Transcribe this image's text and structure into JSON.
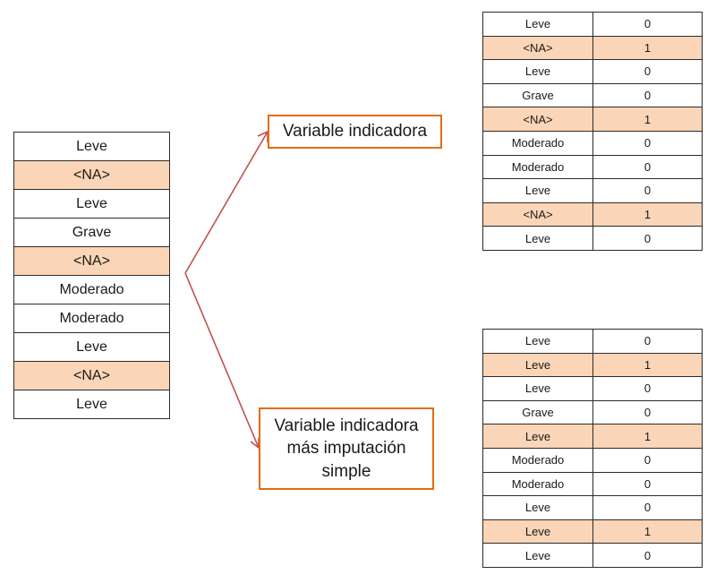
{
  "source_table": {
    "rows": [
      {
        "value": "Leve",
        "missing": false
      },
      {
        "value": "<NA>",
        "missing": true
      },
      {
        "value": "Leve",
        "missing": false
      },
      {
        "value": "Grave",
        "missing": false
      },
      {
        "value": "<NA>",
        "missing": true
      },
      {
        "value": "Moderado",
        "missing": false
      },
      {
        "value": "Moderado",
        "missing": false
      },
      {
        "value": "Leve",
        "missing": false
      },
      {
        "value": "<NA>",
        "missing": true
      },
      {
        "value": "Leve",
        "missing": false
      }
    ]
  },
  "labels": {
    "indicadora": "Variable indicadora",
    "imputacion": "Variable indicadora más imputación simple"
  },
  "indicator_table": {
    "rows": [
      {
        "value": "Leve",
        "flag": "0",
        "missing": false
      },
      {
        "value": "<NA>",
        "flag": "1",
        "missing": true
      },
      {
        "value": "Leve",
        "flag": "0",
        "missing": false
      },
      {
        "value": "Grave",
        "flag": "0",
        "missing": false
      },
      {
        "value": "<NA>",
        "flag": "1",
        "missing": true
      },
      {
        "value": "Moderado",
        "flag": "0",
        "missing": false
      },
      {
        "value": "Moderado",
        "flag": "0",
        "missing": false
      },
      {
        "value": "Leve",
        "flag": "0",
        "missing": false
      },
      {
        "value": "<NA>",
        "flag": "1",
        "missing": true
      },
      {
        "value": "Leve",
        "flag": "0",
        "missing": false
      }
    ]
  },
  "imputed_table": {
    "rows": [
      {
        "value": "Leve",
        "flag": "0",
        "missing": false
      },
      {
        "value": "Leve",
        "flag": "1",
        "missing": true
      },
      {
        "value": "Leve",
        "flag": "0",
        "missing": false
      },
      {
        "value": "Grave",
        "flag": "0",
        "missing": false
      },
      {
        "value": "Leve",
        "flag": "1",
        "missing": true
      },
      {
        "value": "Moderado",
        "flag": "0",
        "missing": false
      },
      {
        "value": "Moderado",
        "flag": "0",
        "missing": false
      },
      {
        "value": "Leve",
        "flag": "0",
        "missing": false
      },
      {
        "value": "Leve",
        "flag": "1",
        "missing": true
      },
      {
        "value": "Leve",
        "flag": "0",
        "missing": false
      }
    ]
  },
  "colors": {
    "highlight": "#fad5b7",
    "box_border": "#e46c0a",
    "arrow": "#c0504d"
  }
}
